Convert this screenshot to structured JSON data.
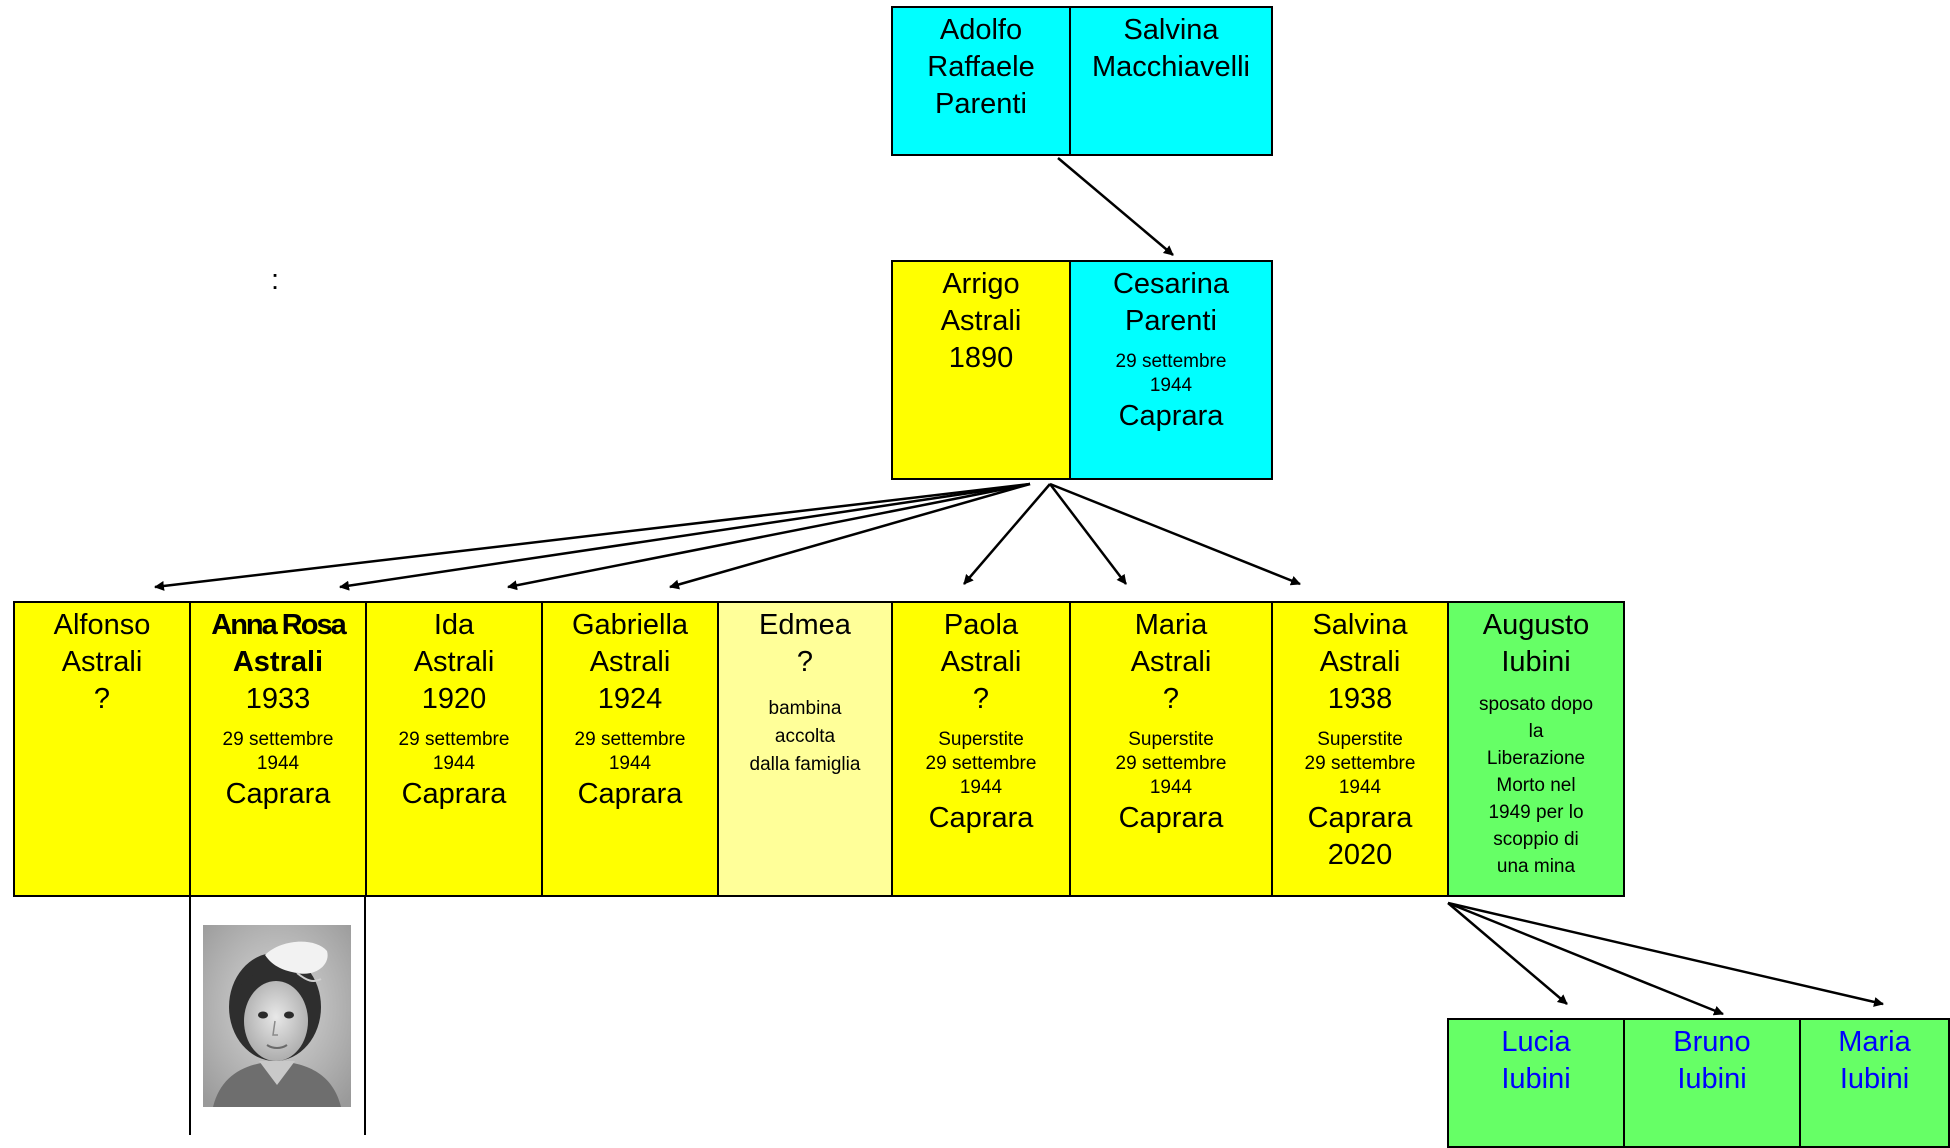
{
  "top_couple": {
    "husband": [
      "Adolfo",
      "Raffaele",
      "Parenti"
    ],
    "wife": [
      "Salvina",
      "Macchiavelli"
    ]
  },
  "colon": ":",
  "parents": {
    "father": [
      "Arrigo",
      "Astrali",
      "1890"
    ],
    "mother_name": [
      "Cesarina",
      "Parenti"
    ],
    "mother_death_date": [
      "29 settembre",
      "1944"
    ],
    "mother_place": "Caprara"
  },
  "children": [
    {
      "name": [
        "Alfonso",
        "Astrali",
        "?"
      ]
    },
    {
      "name_bold": [
        "Anna Rosa",
        "Astrali"
      ],
      "year": "1933",
      "date": [
        "29 settembre",
        "1944"
      ],
      "place": "Caprara"
    },
    {
      "name": [
        "Ida",
        "Astrali",
        "1920"
      ],
      "date": [
        "29 settembre",
        "1944"
      ],
      "place": "Caprara"
    },
    {
      "name": [
        "Gabriella",
        "Astrali",
        "1924"
      ],
      "date": [
        "29 settembre",
        "1944"
      ],
      "place": "Caprara"
    },
    {
      "name": [
        "Edmea",
        "?"
      ],
      "note": [
        "bambina",
        "accolta",
        "dalla famiglia"
      ]
    },
    {
      "name": [
        "Paola",
        "Astrali",
        "?"
      ],
      "note": [
        "Superstite",
        "29 settembre",
        "1944"
      ],
      "place": "Caprara"
    },
    {
      "name": [
        "Maria",
        "Astrali",
        "?"
      ],
      "note": [
        "Superstite",
        "29 settembre",
        "1944"
      ],
      "place": "Caprara"
    },
    {
      "name": [
        "Salvina",
        "Astrali",
        "1938"
      ],
      "note": [
        "Superstite",
        "29 settembre",
        "1944"
      ],
      "place": [
        "Caprara",
        "2020"
      ]
    }
  ],
  "spouse": {
    "name": [
      "Augusto",
      "Iubini"
    ],
    "note": [
      "sposato dopo",
      "la",
      "Liberazione",
      "Morto nel",
      "1949 per lo",
      "scoppio di",
      "una mina"
    ]
  },
  "grandchildren": [
    {
      "name": [
        "Lucia",
        "Iubini"
      ]
    },
    {
      "name": [
        "Bruno",
        "Iubini"
      ]
    },
    {
      "name": [
        "Maria",
        "Iubini"
      ]
    }
  ],
  "photo": {
    "subject": "girl-portrait"
  },
  "colors": {
    "cyan": "#00ffff",
    "yellow": "#ffff00",
    "pale_yellow": "#ffff99",
    "green": "#66ff66",
    "grandchild_text": "#0000ff"
  }
}
